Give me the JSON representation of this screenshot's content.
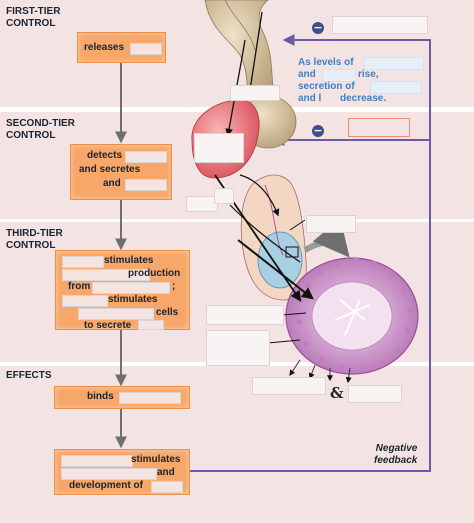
{
  "tiers": {
    "first": "FIRST-TIER\nCONTROL",
    "second": "SECOND-TIER\nCONTROL",
    "third": "THIRD-TIER\nCONTROL",
    "effects": "EFFECTS"
  },
  "boxes": {
    "first": {
      "line1": "releases"
    },
    "second": {
      "line1": "detects",
      "line2": "and secretes",
      "line3": "and"
    },
    "third": {
      "line1": "stimulates",
      "line2": "production",
      "line3": "from",
      "line3b": ";",
      "line4": "stimulates",
      "line5": "cells",
      "line6": "to secrete"
    },
    "effects1": {
      "line1": "binds"
    },
    "effects2": {
      "line1": "stimulates",
      "line2": "and",
      "line3": "development of"
    }
  },
  "hormone_note": {
    "line1": "As levels of",
    "line2a": "and",
    "line2b": "rise,",
    "line3": "secretion of",
    "line4a": "and l",
    "line4b": "decrease."
  },
  "negative_sign": "−",
  "feedback_label": "Negative\nfeedback",
  "ampersand": "&",
  "colors": {
    "band": "#f3e3e2",
    "box_fill": "#f6a769",
    "box_border": "#ee8f43",
    "feedback_line": "#6a5aa8",
    "text_blue": "#3d7fc5",
    "arrow_gray": "#6f6f6f"
  }
}
